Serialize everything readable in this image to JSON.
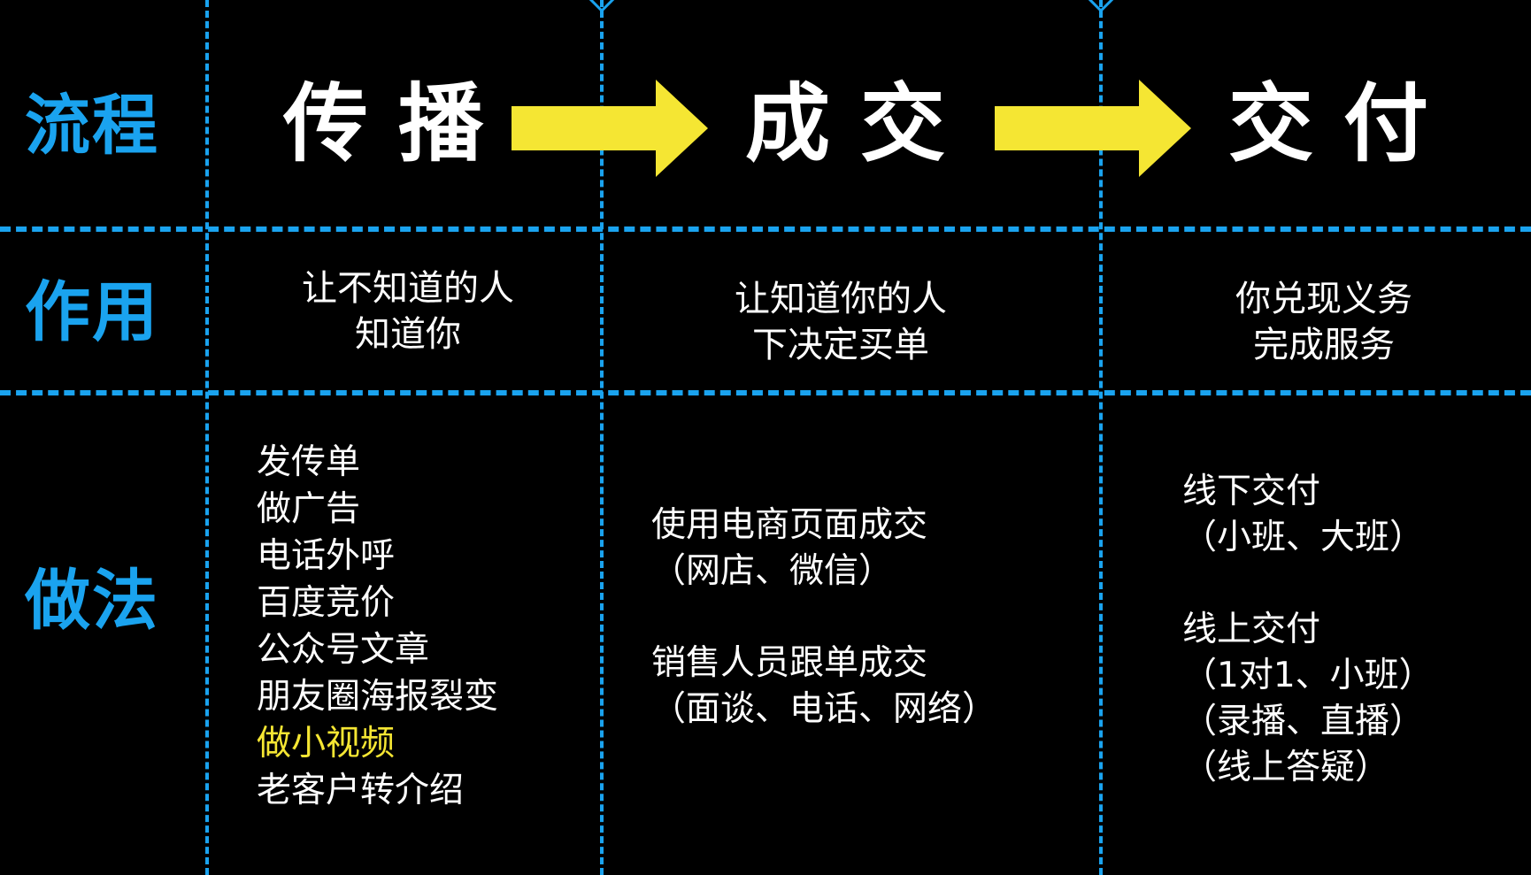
{
  "rows": {
    "process": "流程",
    "role": "作用",
    "practice": "做法"
  },
  "stages": [
    "传播",
    "成交",
    "交付"
  ],
  "purposes": [
    [
      "让不知道的人",
      "知道你"
    ],
    [
      "让知道你的人",
      "下决定买单"
    ],
    [
      "你兑现义务",
      "完成服务"
    ]
  ],
  "methods": {
    "spread": [
      "发传单",
      "做广告",
      "电话外呼",
      "百度竞价",
      "公众号文章",
      "朋友圈海报裂变",
      "做小视频",
      "老客户转介绍"
    ],
    "spread_highlight_index": 6,
    "deal": [
      "使用电商页面成交",
      "（网店、微信）",
      "",
      "销售人员跟单成交",
      "（面谈、电话、网络）"
    ],
    "deliver": [
      "线下交付",
      "（小班、大班）",
      "",
      "线上交付",
      "（1对1、小班）",
      "（录播、直播）",
      "（线上答疑）"
    ]
  },
  "colors": {
    "background": "#000000",
    "grid": "#1aa3ef",
    "label": "#1aa3ef",
    "arrow": "#f5e633",
    "highlight": "#f5e633",
    "text": "#ffffff"
  },
  "icons": {
    "flow_arrow": "right-arrow-icon"
  }
}
